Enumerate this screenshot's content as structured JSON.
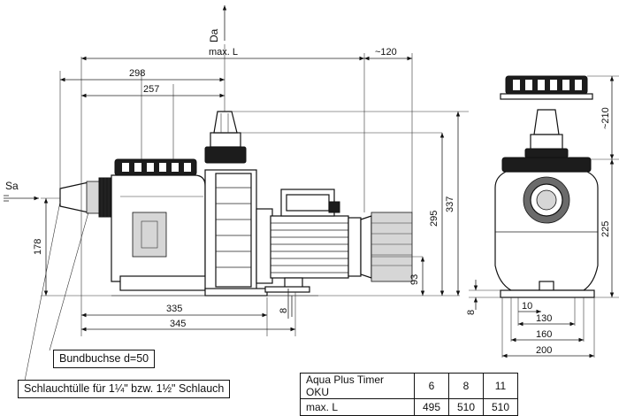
{
  "labels": {
    "da": "Da",
    "sa": "Sa",
    "max_l": "max. L",
    "approx_120": "~120",
    "approx_210": "~210"
  },
  "dimensions": {
    "d298": "298",
    "d257": "257",
    "d335": "335",
    "d345": "345",
    "d178": "178",
    "d8_left": "8",
    "d295": "295",
    "d337": "337",
    "d93": "93",
    "d225": "225",
    "d8_right": "8",
    "d10": "10",
    "d130": "130",
    "d160": "160",
    "d200": "200"
  },
  "callouts": {
    "bundbuchse": "Bundbuchse  d=50",
    "schlauchtuelle": "Schlauchtülle für 1¼\"  bzw. 1½\" Schlauch"
  },
  "table": {
    "header": [
      "Aqua Plus Timer OKU",
      "6",
      "8",
      "11"
    ],
    "row": [
      "max. L",
      "495",
      "510",
      "510"
    ]
  }
}
